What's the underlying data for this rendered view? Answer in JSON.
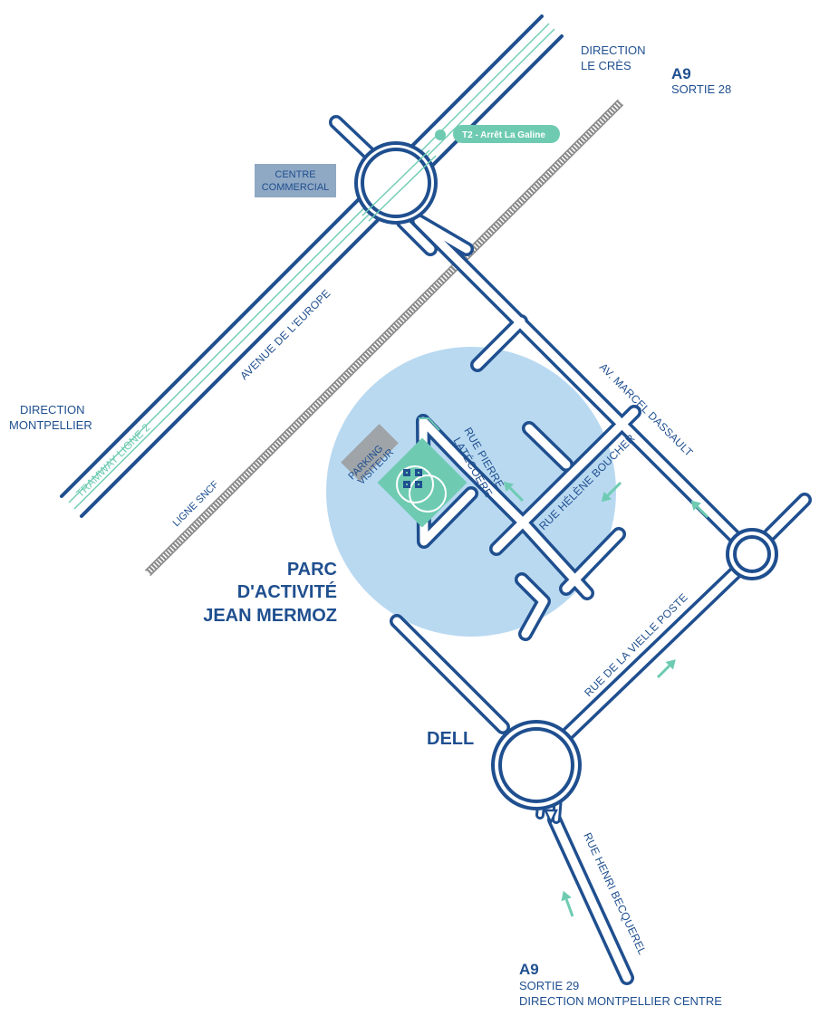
{
  "colors": {
    "road": "#1f4f8f",
    "tram": "#6ecbb2",
    "zone": "#b9d9f1",
    "label_box": "#8fa8c4",
    "parking_box": "#9fa4a8",
    "railway": "#8a8a8a"
  },
  "labels": {
    "direction_le_cres_1": "DIRECTION",
    "direction_le_cres_2": "LE CRÈS",
    "a9_top": "A9",
    "sortie_28": "SORTIE 28",
    "tram_stop": "T2 - Arrêt La Galine",
    "centre_commercial_1": "CENTRE",
    "centre_commercial_2": "COMMERCIAL",
    "avenue_europe": "AVENUE DE L'EUROPE",
    "tramway_ligne": "TRAMWAY LIGNE 2",
    "direction_montpellier_1": "DIRECTION",
    "direction_montpellier_2": "MONTPELLIER",
    "ligne_sncf": "LIGNE SNCF",
    "av_marcel_dassault": "AV. MARCEL DASSAULT",
    "parking_visiteur_1": "PARKING",
    "parking_visiteur_2": "VISITEUR",
    "rue_pierre_latecoere_1": "RUE PIERRE",
    "rue_pierre_latecoere_2": "LATÉCOÈRE",
    "rue_helene_boucher": "RUE HÉLÈNE BOUCHER",
    "parc_1": "PARC",
    "parc_2": "D'ACTIVITÉ",
    "parc_3": "JEAN MERMOZ",
    "rue_vieille_poste": "RUE DE LA VIELLE POSTE",
    "dell": "DELL",
    "rue_henri_becquerel": "RUE HENRI BECQUEREL",
    "a9_bottom": "A9",
    "sortie_29": "SORTIE 29",
    "direction_montpellier_centre": "DIRECTION MONTPELLIER CENTRE"
  }
}
